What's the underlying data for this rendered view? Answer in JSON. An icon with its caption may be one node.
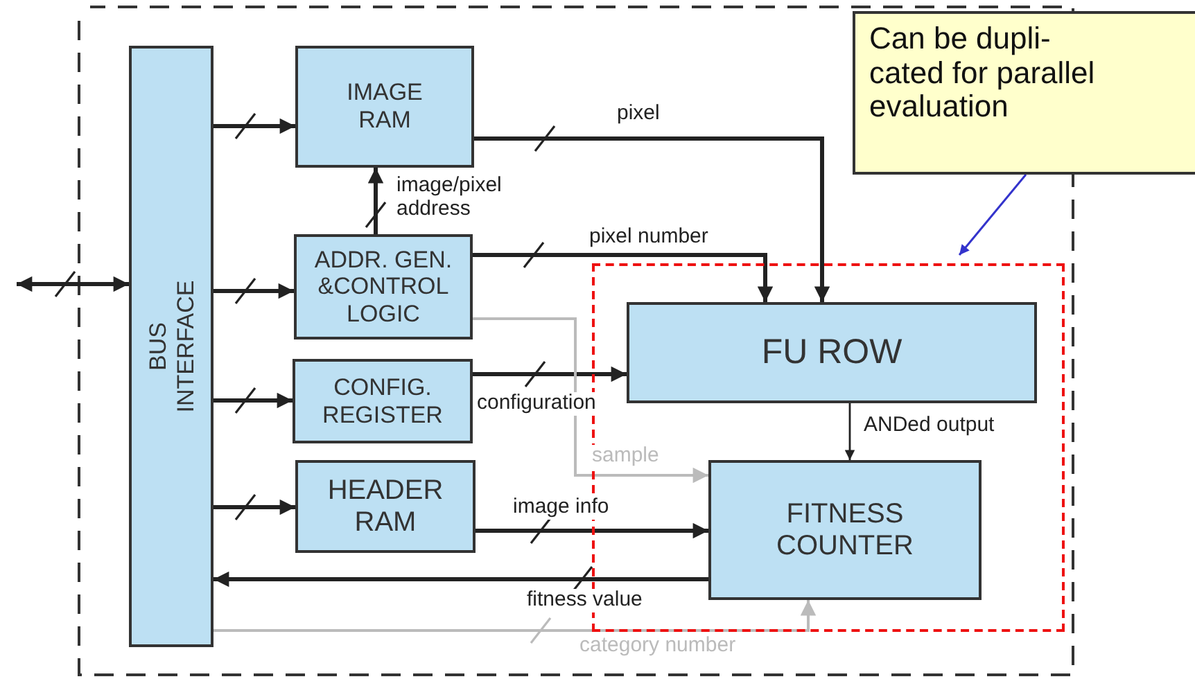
{
  "diagram": {
    "nodes": [
      {
        "text": [
          "BUS INTERFACE"
        ]
      },
      {
        "text": [
          "IMAGE RAM"
        ]
      },
      {
        "text": [
          "ADDR. GEN. &CONTROL LOGIC"
        ]
      },
      {
        "text": [
          "CONFIG. REGISTER"
        ]
      },
      {
        "text": [
          "HEADER RAM"
        ]
      },
      {
        "text": [],
        "shape": "box"
      },
      {
        "text": [
          "FU ROW"
        ],
        "in": 5
      },
      {
        "text": [
          "FITNESS COUNTER"
        ],
        "in": 5
      },
      {
        "text": [
          "Can be dupli- cated for parallel evaluation"
        ]
      }
    ],
    "edges": [
      {
        "from": null,
        "to": 0,
        "arrow": "both"
      },
      {
        "from": 0,
        "to": 1,
        "arrow": "to"
      },
      {
        "from": 0,
        "to": 2,
        "arrow": "to"
      },
      {
        "from": 0,
        "to": 3,
        "arrow": "to"
      },
      {
        "from": 0,
        "to": 4,
        "arrow": "to"
      },
      {
        "from": 2,
        "to": 1,
        "arrow": "to",
        "label": "image/pixel address"
      },
      {
        "from": 1,
        "to": 6,
        "arrow": "to",
        "label": "pixel"
      },
      {
        "from": 2,
        "to": 6,
        "arrow": "to",
        "label": "pixel number"
      },
      {
        "from": 3,
        "to": 6,
        "arrow": "to",
        "label": "configuration"
      },
      {
        "from": 2,
        "to": 7,
        "arrow": "to",
        "label": "sample",
        "color": "#bbbbbb"
      },
      {
        "from": 4,
        "to": 7,
        "arrow": "to",
        "label": "image info"
      },
      {
        "from": 7,
        "to": 0,
        "arrow": "to",
        "label": "fitness value"
      },
      {
        "from": 0,
        "to": 7,
        "arrow": "to",
        "label": "category number",
        "color": "#bbbbbb"
      },
      {
        "from": 6,
        "to": 7,
        "arrow": "to",
        "label": "ANDed output"
      },
      {
        "from": 8,
        "to": 5,
        "arrow": "to",
        "color": "#3333cc"
      }
    ]
  }
}
